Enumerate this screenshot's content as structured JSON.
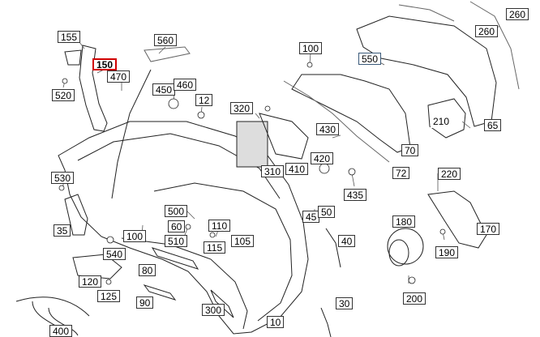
{
  "diagram": {
    "highlighted_part": "150",
    "highlight_color": "#d00000",
    "line_color": "#222222",
    "callouts": [
      {
        "id": "c155",
        "label": "155"
      },
      {
        "id": "c150",
        "label": "150"
      },
      {
        "id": "c470",
        "label": "470"
      },
      {
        "id": "c520",
        "label": "520"
      },
      {
        "id": "c560",
        "label": "560"
      },
      {
        "id": "c450",
        "label": "450"
      },
      {
        "id": "c460",
        "label": "460"
      },
      {
        "id": "c12",
        "label": "12"
      },
      {
        "id": "c100a",
        "label": "100"
      },
      {
        "id": "c550",
        "label": "550"
      },
      {
        "id": "c260a",
        "label": "260"
      },
      {
        "id": "c260b",
        "label": "260"
      },
      {
        "id": "c320",
        "label": "320"
      },
      {
        "id": "c430",
        "label": "430"
      },
      {
        "id": "c210",
        "label": "210"
      },
      {
        "id": "c65",
        "label": "65"
      },
      {
        "id": "c70",
        "label": "70"
      },
      {
        "id": "c72",
        "label": "72"
      },
      {
        "id": "c310",
        "label": "310"
      },
      {
        "id": "c410",
        "label": "410"
      },
      {
        "id": "c420",
        "label": "420"
      },
      {
        "id": "c220",
        "label": "220"
      },
      {
        "id": "c435",
        "label": "435"
      },
      {
        "id": "c530",
        "label": "530"
      },
      {
        "id": "c45",
        "label": "45"
      },
      {
        "id": "c50",
        "label": "50"
      },
      {
        "id": "c500",
        "label": "500"
      },
      {
        "id": "c35",
        "label": "35"
      },
      {
        "id": "c60",
        "label": "60"
      },
      {
        "id": "c110",
        "label": "110"
      },
      {
        "id": "c180",
        "label": "180"
      },
      {
        "id": "c170",
        "label": "170"
      },
      {
        "id": "c100b",
        "label": "100"
      },
      {
        "id": "c510",
        "label": "510"
      },
      {
        "id": "c105",
        "label": "105"
      },
      {
        "id": "c40",
        "label": "40"
      },
      {
        "id": "c115",
        "label": "115"
      },
      {
        "id": "c540",
        "label": "540"
      },
      {
        "id": "c190",
        "label": "190"
      },
      {
        "id": "c80",
        "label": "80"
      },
      {
        "id": "c120",
        "label": "120"
      },
      {
        "id": "c125",
        "label": "125"
      },
      {
        "id": "c90",
        "label": "90"
      },
      {
        "id": "c200",
        "label": "200"
      },
      {
        "id": "c30",
        "label": "30"
      },
      {
        "id": "c300",
        "label": "300"
      },
      {
        "id": "c10",
        "label": "10"
      },
      {
        "id": "c400",
        "label": "400"
      }
    ]
  }
}
